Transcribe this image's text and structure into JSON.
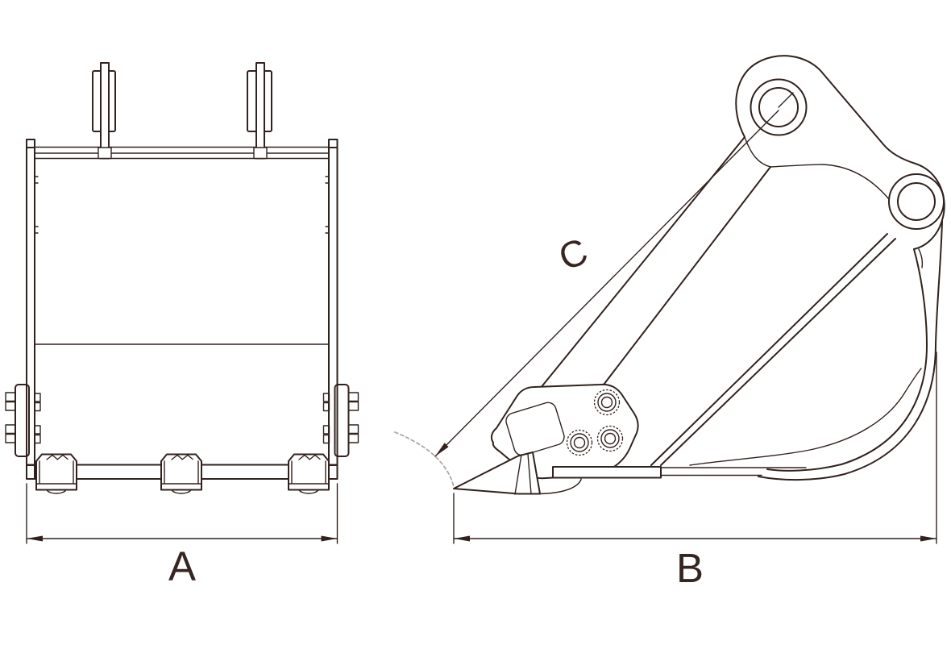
{
  "drawing": {
    "type": "technical-line-drawing",
    "subject": "excavator bucket two-view dimension diagram",
    "labels": {
      "a": "A",
      "b": "B",
      "c": "C"
    }
  },
  "colors": {
    "line": "#31221d",
    "text": "#362622",
    "dim_arc": "#b2a9a5",
    "background": "#ffffff"
  }
}
